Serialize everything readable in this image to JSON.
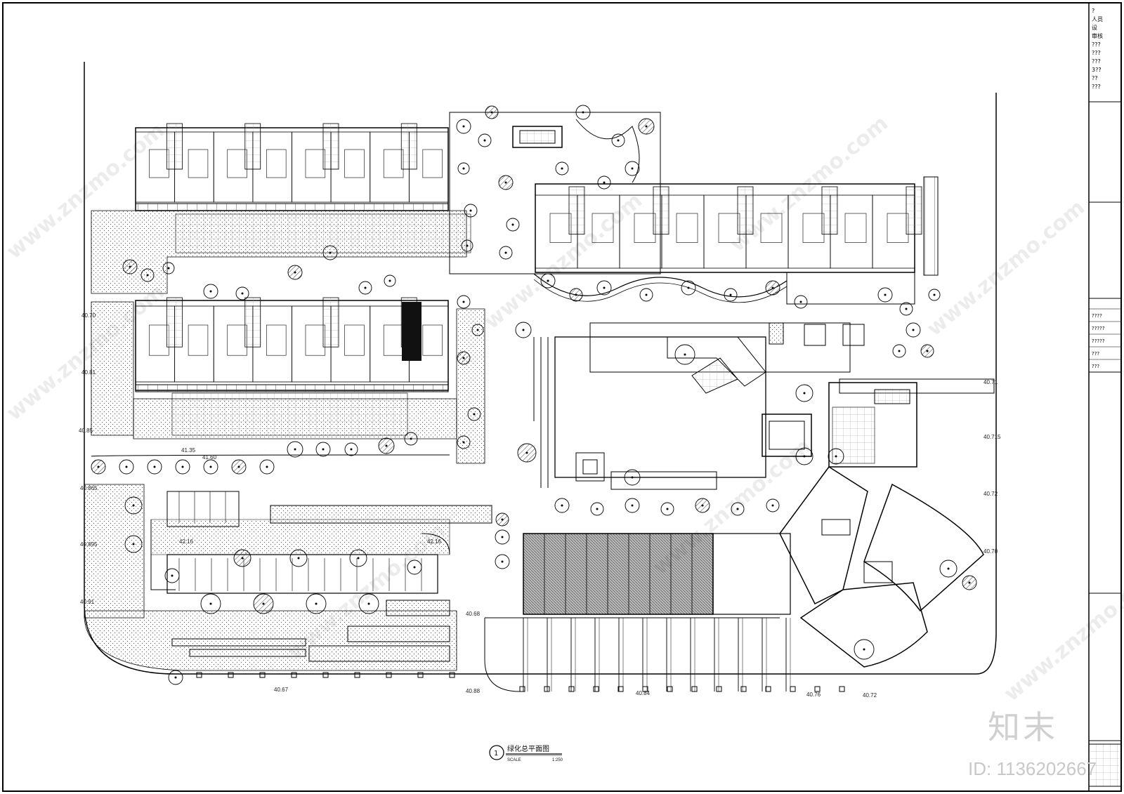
{
  "drawing": {
    "title": "绿化总平面图",
    "number": "1",
    "scale_label": "SCALE",
    "scale_value": "1:250"
  },
  "elevations": [
    {
      "id": "e1",
      "text": "40.71"
    },
    {
      "id": "e2",
      "text": "40.715"
    },
    {
      "id": "e3",
      "text": "40.72"
    },
    {
      "id": "e4",
      "text": "40.70"
    },
    {
      "id": "e5",
      "text": "40.72"
    },
    {
      "id": "e6",
      "text": "40.68"
    },
    {
      "id": "e7",
      "text": "40.88"
    },
    {
      "id": "e8",
      "text": "42.16"
    },
    {
      "id": "e9",
      "text": "42.16"
    },
    {
      "id": "e10",
      "text": "41.35"
    },
    {
      "id": "e11",
      "text": "41.60"
    },
    {
      "id": "e12",
      "text": "40.70"
    },
    {
      "id": "e13",
      "text": "40.81"
    },
    {
      "id": "e14",
      "text": "40.85"
    },
    {
      "id": "e15",
      "text": "40.865"
    },
    {
      "id": "e16",
      "text": "40.895"
    },
    {
      "id": "e17",
      "text": "40.91"
    },
    {
      "id": "e18",
      "text": "40.67"
    },
    {
      "id": "e19",
      "text": "40.84"
    },
    {
      "id": "e20",
      "text": "40.76"
    }
  ],
  "title_block": {
    "rows": [
      "?",
      "人员",
      "设",
      "审核",
      "???",
      "???",
      "???",
      "3??",
      "??",
      "???"
    ],
    "lower_rows": [
      "????",
      "?????",
      "?????",
      "???",
      "???"
    ]
  },
  "watermark": {
    "site": "www.znzmo.com",
    "brand": "知末",
    "id": "ID: 1136202667"
  }
}
